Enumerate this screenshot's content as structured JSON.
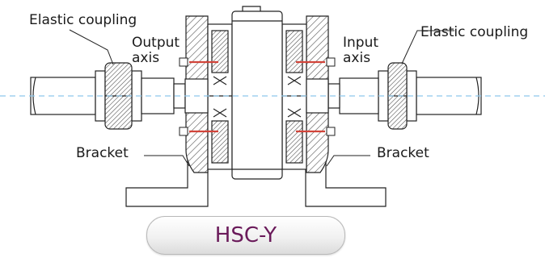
{
  "labels": {
    "left_coupling": "Elastic coupling",
    "right_coupling": "Elastic coupling",
    "output_axis": "Output\naxis",
    "input_axis": "Input\naxis",
    "left_bracket": "Bracket",
    "right_bracket": "Bracket"
  },
  "badge": {
    "text": "HSC-Y"
  },
  "colors": {
    "line": "#222222",
    "hatch": "#555555",
    "centerline": "#8ec8ec",
    "bolt": "#d2443a",
    "badge_text": "#6a1a5a"
  }
}
